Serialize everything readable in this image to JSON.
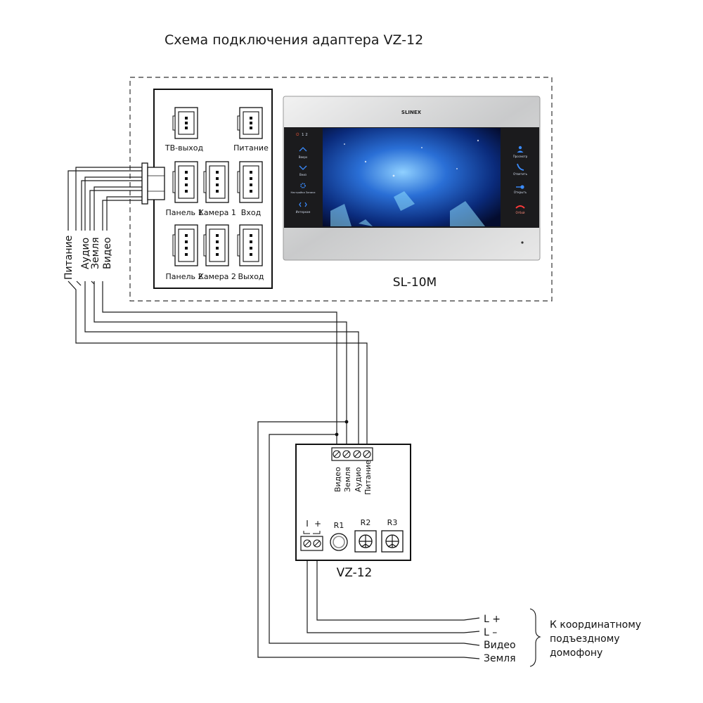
{
  "title": "Схема подключения адаптера VZ-12",
  "monitor": {
    "model": "SL-10M",
    "brand": "SLINEX",
    "ind_label": "1 2",
    "left_keys": [
      "Вверх",
      "Вниз",
      "Настройки Записи",
      "Интерком"
    ],
    "right_keys": [
      "Просмотр",
      "Ответить",
      "Открыть",
      "Отбой"
    ]
  },
  "connectors": {
    "tv_out": "ТВ-выход",
    "power": "Питание",
    "panel1": "Панель 1",
    "camera1": "Камера 1",
    "input": "Вход",
    "panel2": "Панель 2",
    "camera2": "Камера 2",
    "output": "Выход"
  },
  "cable_labels": [
    "Питание",
    "Аудио",
    "Земля",
    "Видео"
  ],
  "adapter": {
    "name": "VZ-12",
    "terminals": [
      "Видео",
      "Земля",
      "Аудио",
      "Питание"
    ],
    "line_minus": "I",
    "line_plus": "+",
    "r1": "R1",
    "r2": "R2",
    "r3": "R3"
  },
  "line_labels": [
    "L +",
    "L –",
    "Видео",
    "Земля"
  ],
  "destination": [
    "К координатному",
    "подъездному",
    "домофону"
  ]
}
